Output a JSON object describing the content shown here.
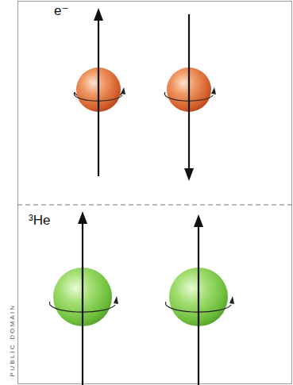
{
  "diagram": {
    "labels": [
      "e⁻",
      "³He",
      "PUBLIC DOMAIN"
    ]
  }
}
